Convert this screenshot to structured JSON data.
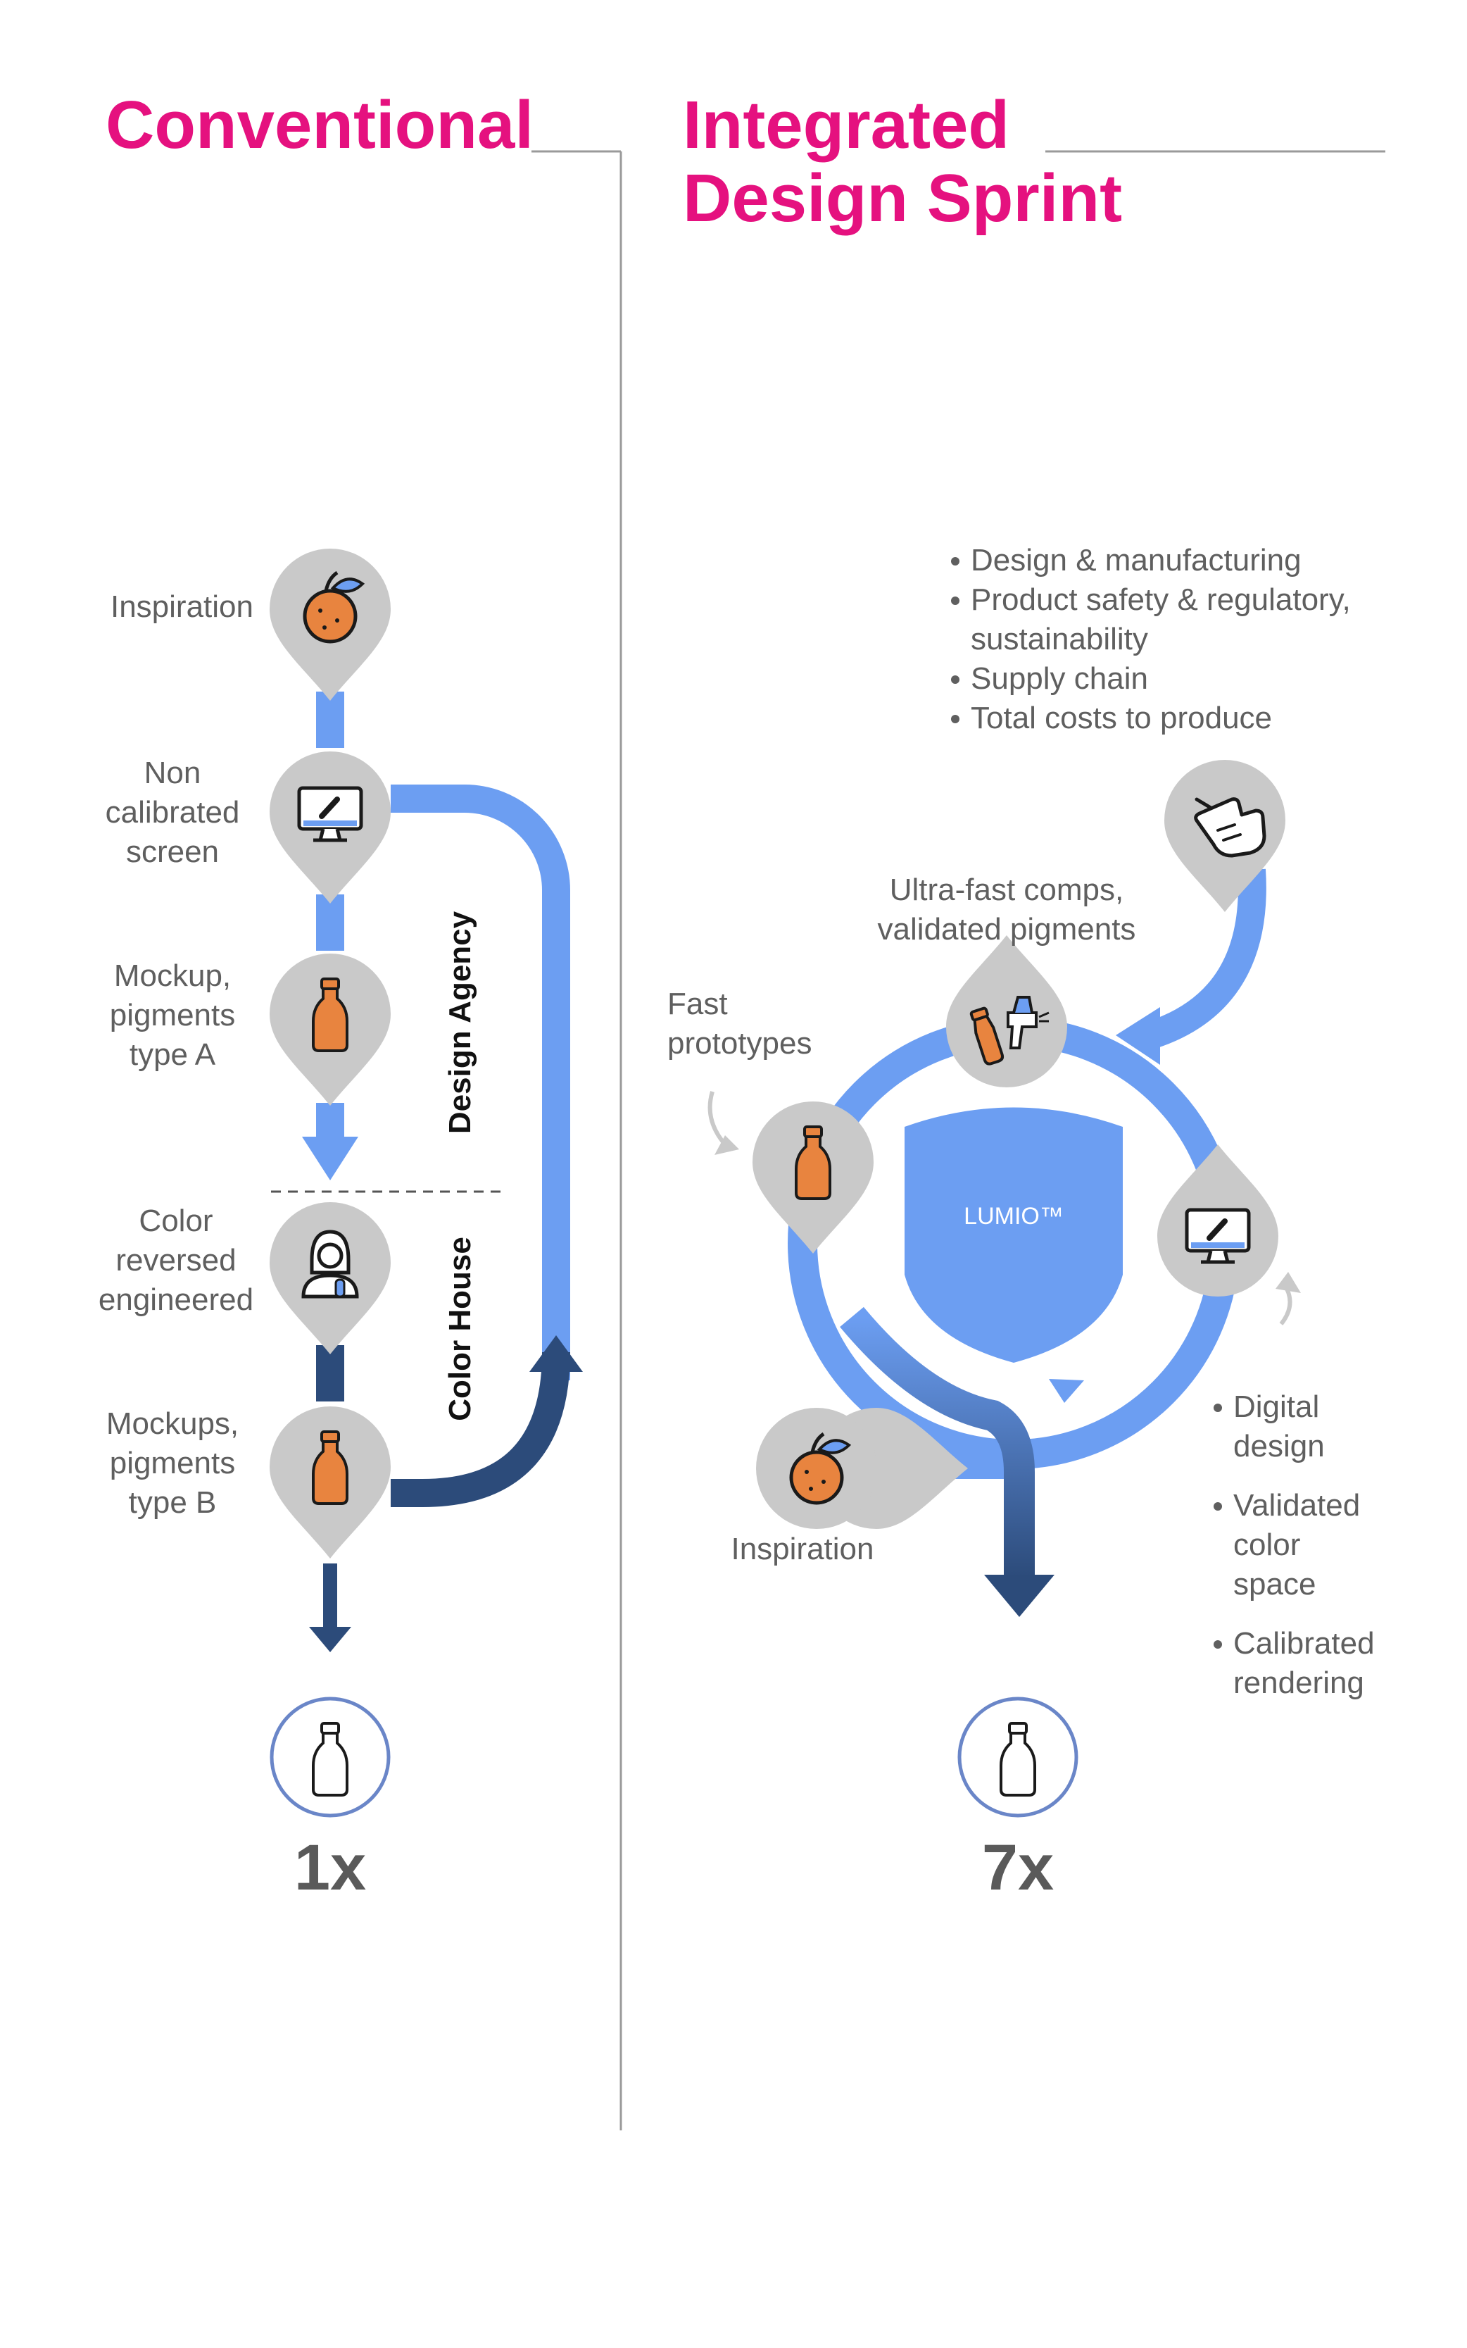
{
  "titles": {
    "conventional": "Conventional",
    "integrated_line1": "Integrated",
    "integrated_line2": "Design Sprint"
  },
  "conventional": {
    "steps": [
      {
        "label": "Inspiration",
        "icon": "orange-icon"
      },
      {
        "label": "Non calibrated screen",
        "icon": "monitor-icon"
      },
      {
        "label": "Mockup, pigments type A",
        "icon": "bottle-icon"
      },
      {
        "label": "Color reversed engineered",
        "icon": "technician-icon"
      },
      {
        "label": "Mockups, pigments type B",
        "icon": "bottle-icon"
      }
    ],
    "label_lines": [
      [
        "Inspiration"
      ],
      [
        "Non",
        "calibrated",
        "screen"
      ],
      [
        "Mockup,",
        "pigments",
        "type A"
      ],
      [
        "Color",
        "reversed",
        "engineered"
      ],
      [
        "Mockups,",
        "pigments",
        "type B"
      ]
    ],
    "zone_top": "Design Agency",
    "zone_bottom": "Color House",
    "result": "1x"
  },
  "integrated": {
    "considerations": [
      "Design & manufacturing",
      "Product safety & regulatory, sustainability",
      "Supply chain",
      "Total costs to produce"
    ],
    "considerations_lines": [
      [
        "Design & manufacturing"
      ],
      [
        "Product safety & regulatory,",
        "sustainability"
      ],
      [
        "Supply chain"
      ],
      [
        "Total costs to produce"
      ]
    ],
    "comps_label": "Ultra-fast comps, validated pigments",
    "comps_lines": [
      "Ultra-fast comps,",
      "validated pigments"
    ],
    "prototypes_label": "Fast prototypes",
    "prototypes_lines": [
      "Fast",
      "prototypes"
    ],
    "inspiration_label": "Inspiration",
    "center_label": "LUMIO™",
    "digital_features": [
      "Digital design",
      "Validated color space",
      "Calibrated rendering"
    ],
    "digital_lines": [
      [
        "Digital",
        "design"
      ],
      [
        "Validated",
        "color",
        "space"
      ],
      [
        "Calibrated",
        "rendering"
      ]
    ],
    "result": "7x"
  },
  "colors": {
    "title": "#e5117f",
    "light_blue": "#6c9ef2",
    "dark_blue": "#2c4b7a",
    "pin_gray": "#c9c9c9",
    "divider": "#9a9a9a",
    "result_circle": "#6a86c8",
    "orange": "#e8843f",
    "text": "#5f5f5f"
  }
}
